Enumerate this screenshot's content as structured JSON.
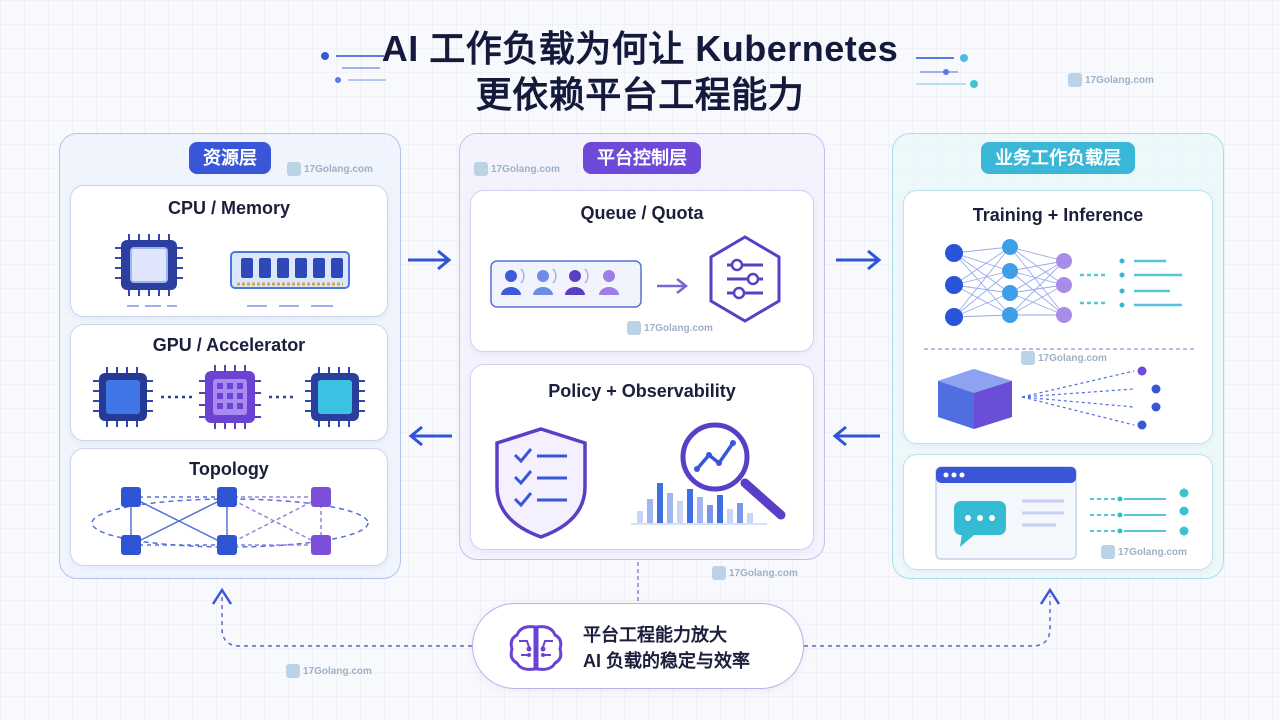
{
  "title": {
    "line1": "AI 工作负载为何让 Kubernetes",
    "line2": "更依赖平台工程能力"
  },
  "watermark": "17Golang.com",
  "columns": {
    "resource": {
      "label": "资源层",
      "cards": {
        "cpu": "CPU / Memory",
        "gpu": "GPU / Accelerator",
        "topology": "Topology"
      }
    },
    "platform": {
      "label": "平台控制层",
      "cards": {
        "queue": "Queue / Quota",
        "policy": "Policy + Observability"
      }
    },
    "workload": {
      "label": "业务工作负载层",
      "cards": {
        "training": "Training + Inference"
      }
    }
  },
  "summary": {
    "line1": "平台工程能力放大",
    "line2": "AI 负载的稳定与效率"
  },
  "colors": {
    "blue": "#3a56d8",
    "purple": "#6f49d9",
    "cyan": "#3ab7d7"
  },
  "icons": [
    "cpu-chip-icon",
    "memory-module-icon",
    "gpu-chip-icon",
    "topology-network-icon",
    "user-queue-icon",
    "sliders-hexagon-icon",
    "shield-checklist-icon",
    "magnifier-chart-icon",
    "neural-network-icon",
    "cube-icon",
    "chat-window-icon",
    "brain-circuit-icon"
  ]
}
